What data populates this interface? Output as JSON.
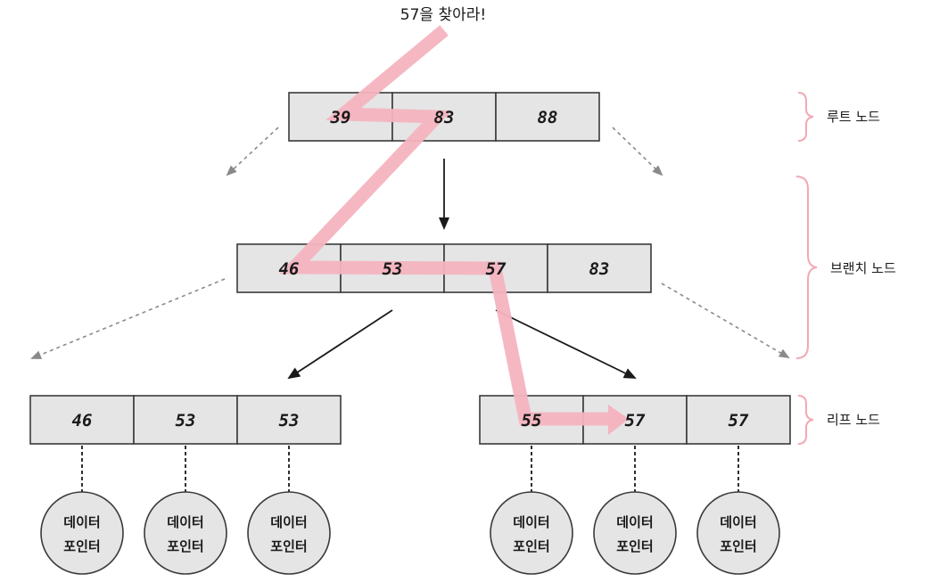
{
  "title": "57을 찾아라!",
  "root": {
    "label": "루트 노드",
    "keys": [
      "39",
      "83",
      "88"
    ]
  },
  "branch": {
    "label": "브랜치 노드",
    "keys": [
      "46",
      "53",
      "57",
      "83"
    ]
  },
  "leaves": {
    "label": "리프 노드",
    "left": {
      "keys": [
        "46",
        "53",
        "53"
      ]
    },
    "right": {
      "keys": [
        "55",
        "57",
        "57"
      ]
    }
  },
  "pointer": {
    "line1": "데이터",
    "line2": "포인터"
  },
  "colors": {
    "path": "#f4b4c0",
    "brace": "#f2a9b4",
    "cell": "#e5e5e5",
    "dashed": "#8a8a8a"
  }
}
